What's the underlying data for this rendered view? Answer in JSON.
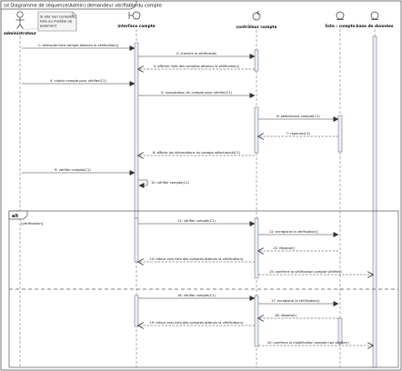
{
  "frame_label": "sd Diagramme de séquence(Admin) demandeur vérifiable du compte",
  "note_text": [
    "Si elle non complète,",
    "liste au modèle de",
    "paiement"
  ],
  "lifelines": [
    {
      "key": "admin",
      "label": "administrateur"
    },
    {
      "key": "iface",
      "label": "interface compte"
    },
    {
      "key": "ctrl",
      "label": "contrôleur compte"
    },
    {
      "key": "liste",
      "label": "liste : compte"
    },
    {
      "key": "bd",
      "label": "base de données"
    }
  ],
  "messages": [
    {
      "label": "1: demande liste compte attendu la vérification()"
    },
    {
      "label": "2: cherche la vérification"
    },
    {
      "label": "3: afficher liste des comptes attendu la vérification()"
    },
    {
      "label": "4: choisir compte pour vérifier(C1)"
    },
    {
      "label": "5: consultation du compte pour vérifier(C1)"
    },
    {
      "label": "6: sélectionne compte(C1)"
    },
    {
      "label": "7: reponse(C1)"
    },
    {
      "label": "8: affiche les informations du compte sélectionné(C1)"
    },
    {
      "label": "9: vérifier compte(C1)"
    },
    {
      "label": "10: vérifier compte(C1)"
    }
  ],
  "alt": {
    "label": "alt",
    "guard": "[vérification]",
    "messages": [
      {
        "label": "11: vérifier compte(C1)"
      },
      {
        "label": "12: enregistre la vérification()"
      },
      {
        "label": "13: réponse()"
      },
      {
        "label": "14: retour vers liste des comptes attendu la vérification()"
      },
      {
        "label": "15: confirme la vérification compte vérifier()"
      },
      {
        "label": "16: vérifier compte(C1)"
      },
      {
        "label": "17: enregistre la vérification()"
      },
      {
        "label": "18: réponse()"
      },
      {
        "label": "19: retour vers liste des comptes attendu la vérification()"
      },
      {
        "label": "20: confirme la modification compte non vérifier()"
      }
    ]
  }
}
